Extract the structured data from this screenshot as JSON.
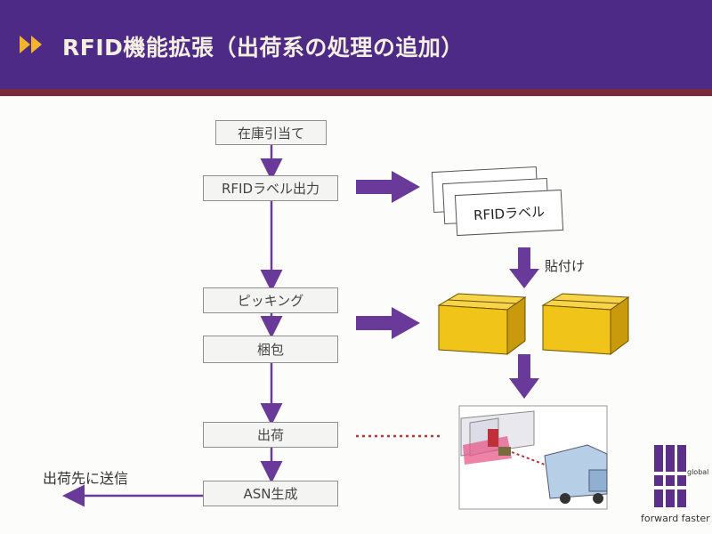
{
  "header": {
    "title": "RFID機能拡張（出荷系の処理の追加）"
  },
  "flow": {
    "steps": [
      "在庫引当て",
      "RFIDラベル出力",
      "ピッキング",
      "梱包",
      "出荷",
      "ASN生成"
    ],
    "label_card": "RFIDラベル",
    "attach_label": "貼付け",
    "send_label": "出荷先に送信"
  },
  "logo": {
    "tagline": "forward faster",
    "badge": "global"
  },
  "colors": {
    "header": "#4d2a86",
    "accent_border": "#7b2a3b",
    "arrow": "#6a3a9a",
    "box_fill": "#f0c419",
    "chevron": "#f2b52b"
  }
}
